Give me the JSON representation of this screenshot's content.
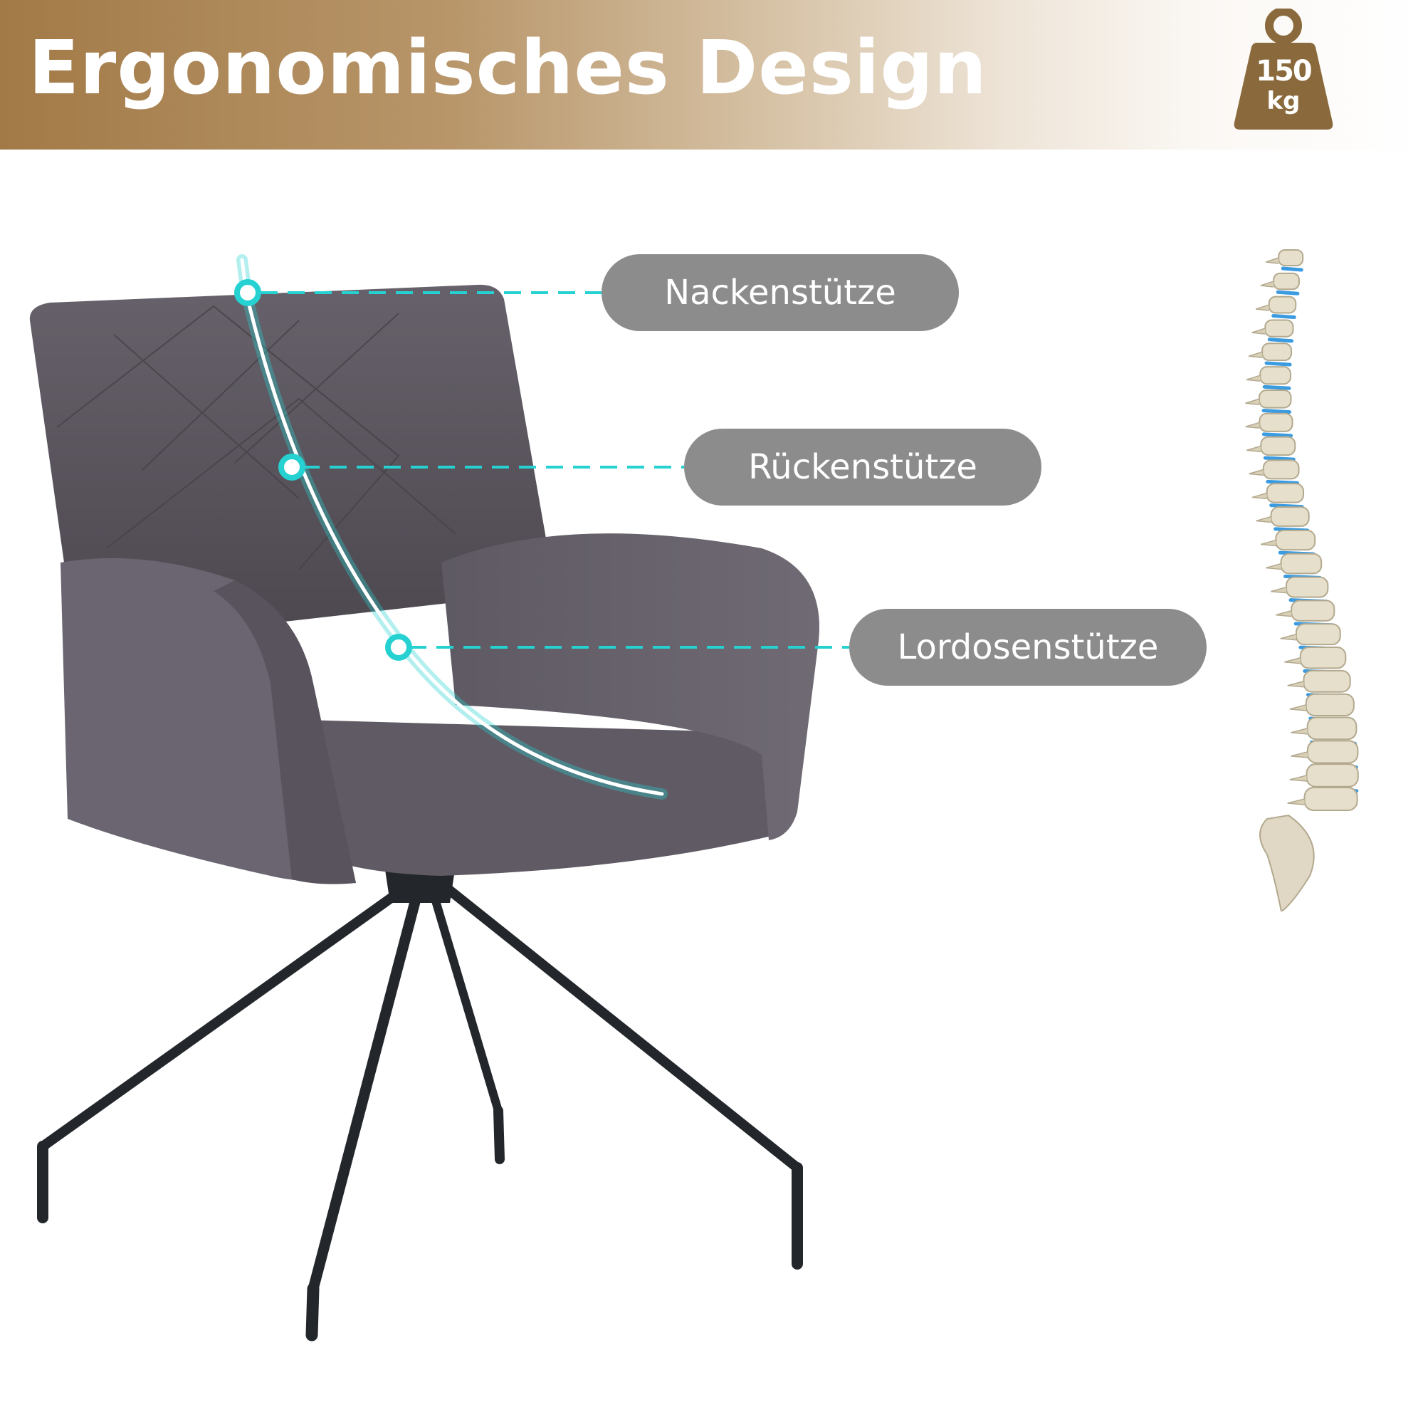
{
  "header": {
    "title": "Ergonomisches Design",
    "weight_badge": {
      "value": "150",
      "unit": "kg",
      "color": "#8a6a3c"
    }
  },
  "labels": {
    "neck": "Nackenstütze",
    "back": "Rückenstütze",
    "lumbar": "Lordosenstütze"
  },
  "colors": {
    "header_gradient_start": "#a27a47",
    "pill": "#8c8c8c",
    "accent_line": "#26d1d1",
    "chair_fabric": "#5b5660",
    "chair_legs": "#23262b"
  },
  "icons": {
    "weight": "weight-icon",
    "spine": "spine-illustration",
    "chair": "chair-illustration"
  }
}
